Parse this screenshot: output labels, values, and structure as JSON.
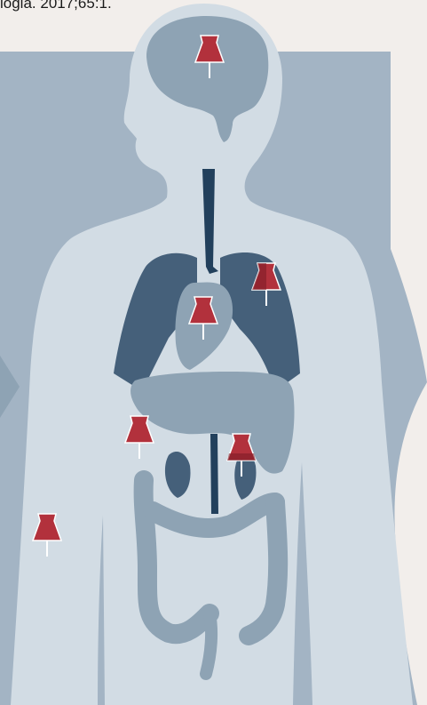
{
  "citation": "logia. 2017;65:1.",
  "colors": {
    "background": "#f2eeeb",
    "panel": "#a3b4c4",
    "body_silhouette": "#d2dce4",
    "organ_light": "#8ea3b4",
    "organ_dark": "#45607a",
    "vessel": "#22405c",
    "pin": "#b2313c",
    "pin_dark": "#7e1c26"
  },
  "pins": [
    {
      "organ": "brain"
    },
    {
      "organ": "right-lung"
    },
    {
      "organ": "heart"
    },
    {
      "organ": "liver"
    },
    {
      "organ": "kidney"
    },
    {
      "organ": "arm"
    }
  ]
}
